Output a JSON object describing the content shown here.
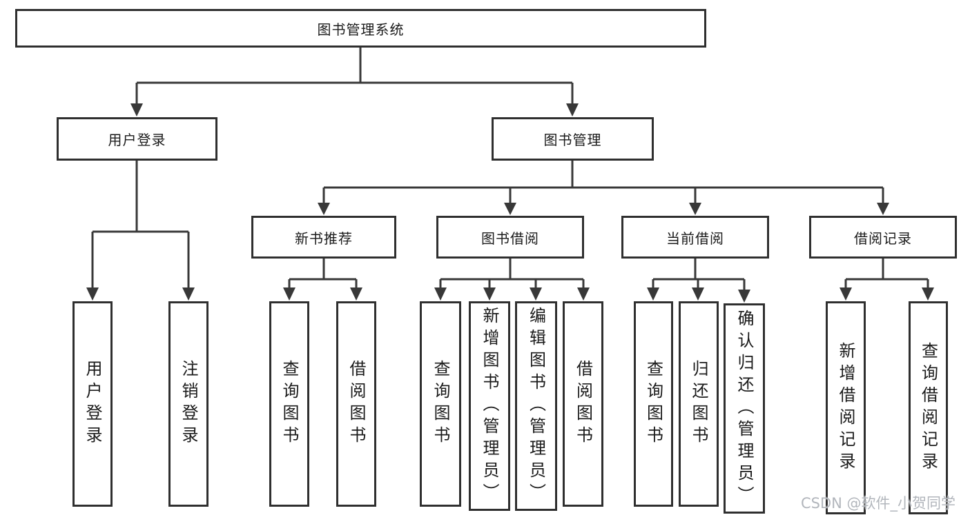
{
  "diagram_type": "hierarchy-chart",
  "colors": {
    "background": "#ffffff",
    "box_border": "#2f2f2f",
    "line": "#383838",
    "text": "#1a1a1a",
    "watermark": "#b2b6bc"
  },
  "nodes": {
    "root": {
      "label": "图书管理系统"
    },
    "login": {
      "label": "用户登录"
    },
    "management": {
      "label": "图书管理"
    },
    "recommend": {
      "label": "新书推荐"
    },
    "borrow": {
      "label": "图书借阅"
    },
    "current": {
      "label": "当前借阅"
    },
    "records": {
      "label": "借阅记录"
    },
    "leaf_user_login": {
      "label": "用户登录"
    },
    "leaf_logout": {
      "label": "注销登录"
    },
    "leaf_rec_query": {
      "label": "查询图书"
    },
    "leaf_rec_borrow": {
      "label": "借阅图书"
    },
    "leaf_bor_query": {
      "label": "查询图书"
    },
    "leaf_bor_add": {
      "label": "新增图书（管理员）"
    },
    "leaf_bor_edit": {
      "label": "编辑图书（管理员）"
    },
    "leaf_bor_borrow": {
      "label": "借阅图书"
    },
    "leaf_cur_query": {
      "label": "查询图书"
    },
    "leaf_cur_return": {
      "label": "归还图书"
    },
    "leaf_cur_confirm": {
      "label": "确认归还（管理员）"
    },
    "leaf_log_add": {
      "label": "新增借阅记录"
    },
    "leaf_log_query": {
      "label": "查询借阅记录"
    }
  },
  "watermark": "CSDN @软件_小贺同学"
}
